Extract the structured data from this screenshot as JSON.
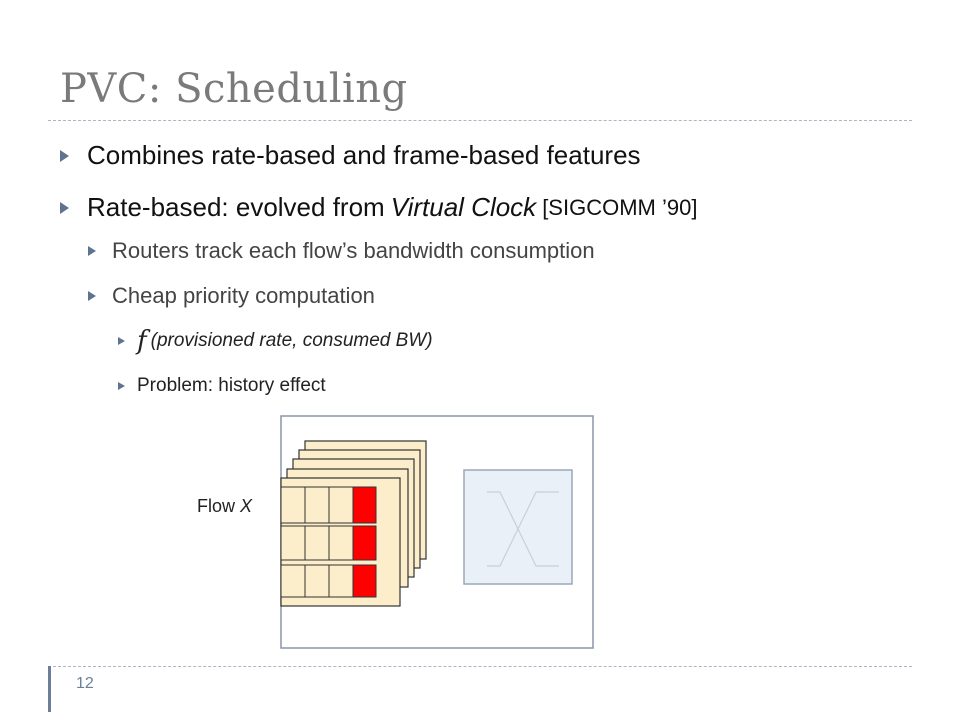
{
  "slide": {
    "title": "PVC: Scheduling",
    "page_number": "12"
  },
  "bullets": {
    "b1": "Combines rate-based and frame-based features",
    "b2_prefix": "Rate-based: evolved from ",
    "b2_italic": "Virtual Clock",
    "b2_suffix": " [SIGCOMM ’90]",
    "b2_1": "Routers track each flow’s bandwidth consumption",
    "b2_2": "Cheap priority computation",
    "b2_2_1_func": "f",
    "b2_2_1_args": "(provisioned rate, consumed BW)",
    "b2_2_2": "Problem: history effect"
  },
  "diagram": {
    "flow_label_prefix": "Flow ",
    "flow_label_var": "X",
    "colors": {
      "buffer_fill": "#fdeecb",
      "flit_highlight": "#ff0000",
      "crossbar_fill": "#eaf0f7",
      "crossbar_border": "#9aa8b8",
      "router_border": "#8a96a8"
    }
  }
}
